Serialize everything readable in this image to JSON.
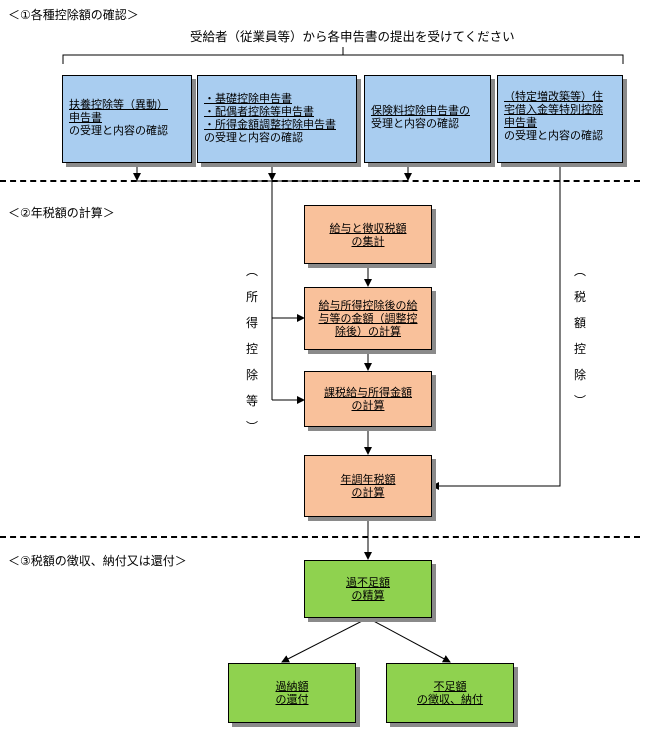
{
  "sections": {
    "s1": "＜①各種控除額の確認＞",
    "s2": "＜②年税額の計算＞",
    "s3": "＜③税額の徴収、納付又は還付＞"
  },
  "banner": "受給者（従業員等）から各申告書の提出を受けてください",
  "boxes": {
    "b1": {
      "l1": "扶養控除等（異動）",
      "l2": "申告書",
      "l3": "の受理と内容の確認"
    },
    "b2": {
      "l1": "・基礎控除申告書",
      "l2": "・配偶者控除等申告書",
      "l3": "・所得金額調整控除申告書",
      "l4": "の受理と内容の確認"
    },
    "b3": {
      "l1": "保険料控除申告書の",
      "l2": "受理と内容の確認"
    },
    "b4": {
      "l1": "（特定増改築等）住",
      "l2": "宅借入金等特別控除",
      "l3": "申告書",
      "l4": "の受理と内容の確認"
    },
    "o1": {
      "l1": "給与と徴収税額",
      "l2": "の集計"
    },
    "o2": {
      "l1": "給与所得控除後の給",
      "l2": "与等の金額（調整控",
      "l3": "除後）の計算"
    },
    "o3": {
      "l1": "課税給与所得金額",
      "l2": "の計算"
    },
    "o4": {
      "l1": "年調年税額",
      "l2": "の計算"
    },
    "g1": {
      "l1": "過不足額",
      "l2": "の精算"
    },
    "g2": {
      "l1": "過納額",
      "l2": "の還付"
    },
    "g3": {
      "l1": "不足額",
      "l2": "の徴収、納付"
    }
  },
  "side_labels": {
    "left": [
      "︵",
      "所",
      "得",
      "控",
      "除",
      "等",
      "︶"
    ],
    "right": [
      "︵",
      "税",
      "額",
      "控",
      "除",
      "︶"
    ]
  }
}
